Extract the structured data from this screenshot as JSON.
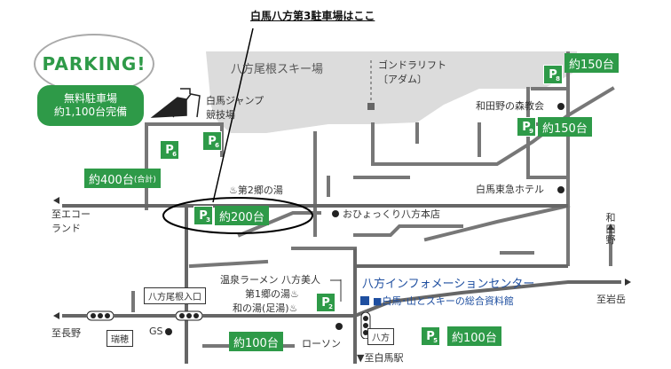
{
  "title": "白馬八方第3駐車場はここ",
  "badge": {
    "parking": "PARKING!",
    "free_line1": "無料駐車場",
    "free_line2": "約1,100台完備"
  },
  "areas": {
    "ski_area": "八方尾根スキー場",
    "gondola": "ゴンドラリフト",
    "gondola_sub": "〔アダム〕",
    "jump": "白馬ジャンプ競技場",
    "jump_line1": "白馬ジャンプ",
    "jump_line2": "競技場"
  },
  "parking": {
    "p8": {
      "label": "P",
      "num": "8",
      "capacity": "約150台"
    },
    "p9": {
      "label": "P",
      "num": "9",
      "capacity": "約150台"
    },
    "p6a": {
      "label": "P",
      "num": "6"
    },
    "p6b": {
      "label": "P",
      "num": "6"
    },
    "p6_capacity": "約400台",
    "p6_note": "(合計)",
    "p3": {
      "label": "P",
      "num": "3",
      "capacity": "約200台"
    },
    "p2": {
      "label": "P",
      "num": "2",
      "capacity": "約100台"
    },
    "p5": {
      "label": "P",
      "num": "5",
      "capacity": "約100台"
    }
  },
  "places": {
    "wadano_church": "和田野の森教会",
    "tokyu_hotel": "白馬東急ホテル",
    "dai2_onsen": "♨第2郷の湯",
    "ohyokkuri": "おひょっくり八方本店",
    "ramen": "温泉ラーメン 八方美人",
    "dai1_onsen": "第1郷の湯♨",
    "wanoyu": "和の湯(足湯)♨",
    "info_center": "八方インフォメーションセンター",
    "museum": "■白馬･山とスキーの総合資料館",
    "gs": "GS",
    "lawson": "ローソン"
  },
  "destinations": {
    "eco_land_1": "至エコー",
    "eco_land_2": "ランド",
    "nagano": "至長野",
    "iwatake": "至岩岳",
    "hakuba_station": "▼至白馬駅",
    "wadano_chars": [
      "和",
      "田",
      "野"
    ]
  },
  "signals": {
    "happo_one_entrance": "八方尾根入口",
    "zuiho": "瑞穂",
    "happo": "八方"
  }
}
